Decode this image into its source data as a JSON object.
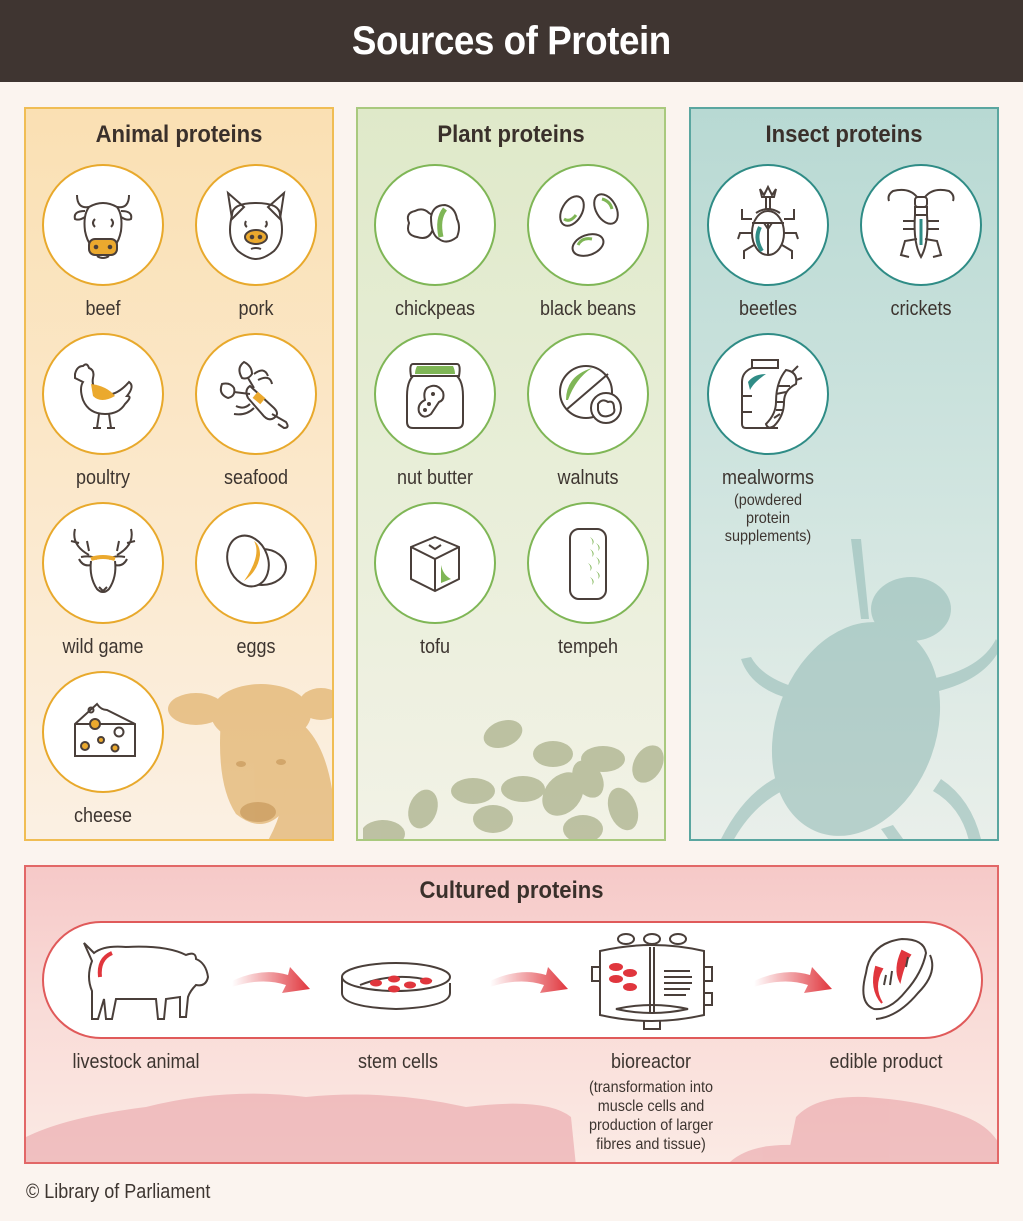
{
  "title": "Sources of Protein",
  "colors": {
    "header_bg": "#3f3531",
    "animal_accent": "#e8a92c",
    "plant_accent": "#7fb656",
    "insect_accent": "#2f8c86",
    "cultured_accent": "#e05a5a"
  },
  "panels": {
    "animal": {
      "title": "Animal proteins",
      "items": [
        {
          "label": "beef",
          "icon": "cow-head-icon"
        },
        {
          "label": "pork",
          "icon": "pig-head-icon"
        },
        {
          "label": "poultry",
          "icon": "hen-icon"
        },
        {
          "label": "seafood",
          "icon": "lobster-icon"
        },
        {
          "label": "wild game",
          "icon": "deer-head-icon"
        },
        {
          "label": "eggs",
          "icon": "eggs-icon"
        },
        {
          "label": "cheese",
          "icon": "cheese-icon"
        }
      ]
    },
    "plant": {
      "title": "Plant proteins",
      "items": [
        {
          "label": "chickpeas",
          "icon": "chickpeas-icon"
        },
        {
          "label": "black beans",
          "icon": "beans-icon"
        },
        {
          "label": "nut butter",
          "icon": "nut-butter-jar-icon"
        },
        {
          "label": "walnuts",
          "icon": "walnut-icon"
        },
        {
          "label": "tofu",
          "icon": "tofu-cube-icon"
        },
        {
          "label": "tempeh",
          "icon": "tempeh-icon"
        }
      ]
    },
    "insect": {
      "title": "Insect proteins",
      "items": [
        {
          "label": "beetles",
          "icon": "beetle-icon"
        },
        {
          "label": "crickets",
          "icon": "cricket-icon"
        },
        {
          "label": "mealworms",
          "note": "(powdered protein supplements)",
          "icon": "mealworm-jar-icon"
        }
      ]
    }
  },
  "cultured": {
    "title": "Cultured proteins",
    "steps": [
      {
        "label": "livestock animal",
        "icon": "pig-icon"
      },
      {
        "label": "stem cells",
        "icon": "petri-dish-icon"
      },
      {
        "label": "bioreactor",
        "note": "(transformation into muscle cells and production of larger fibres and tissue)",
        "icon": "bioreactor-icon"
      },
      {
        "label": "edible product",
        "icon": "steak-icon"
      }
    ]
  },
  "footer": "© Library of Parliament"
}
